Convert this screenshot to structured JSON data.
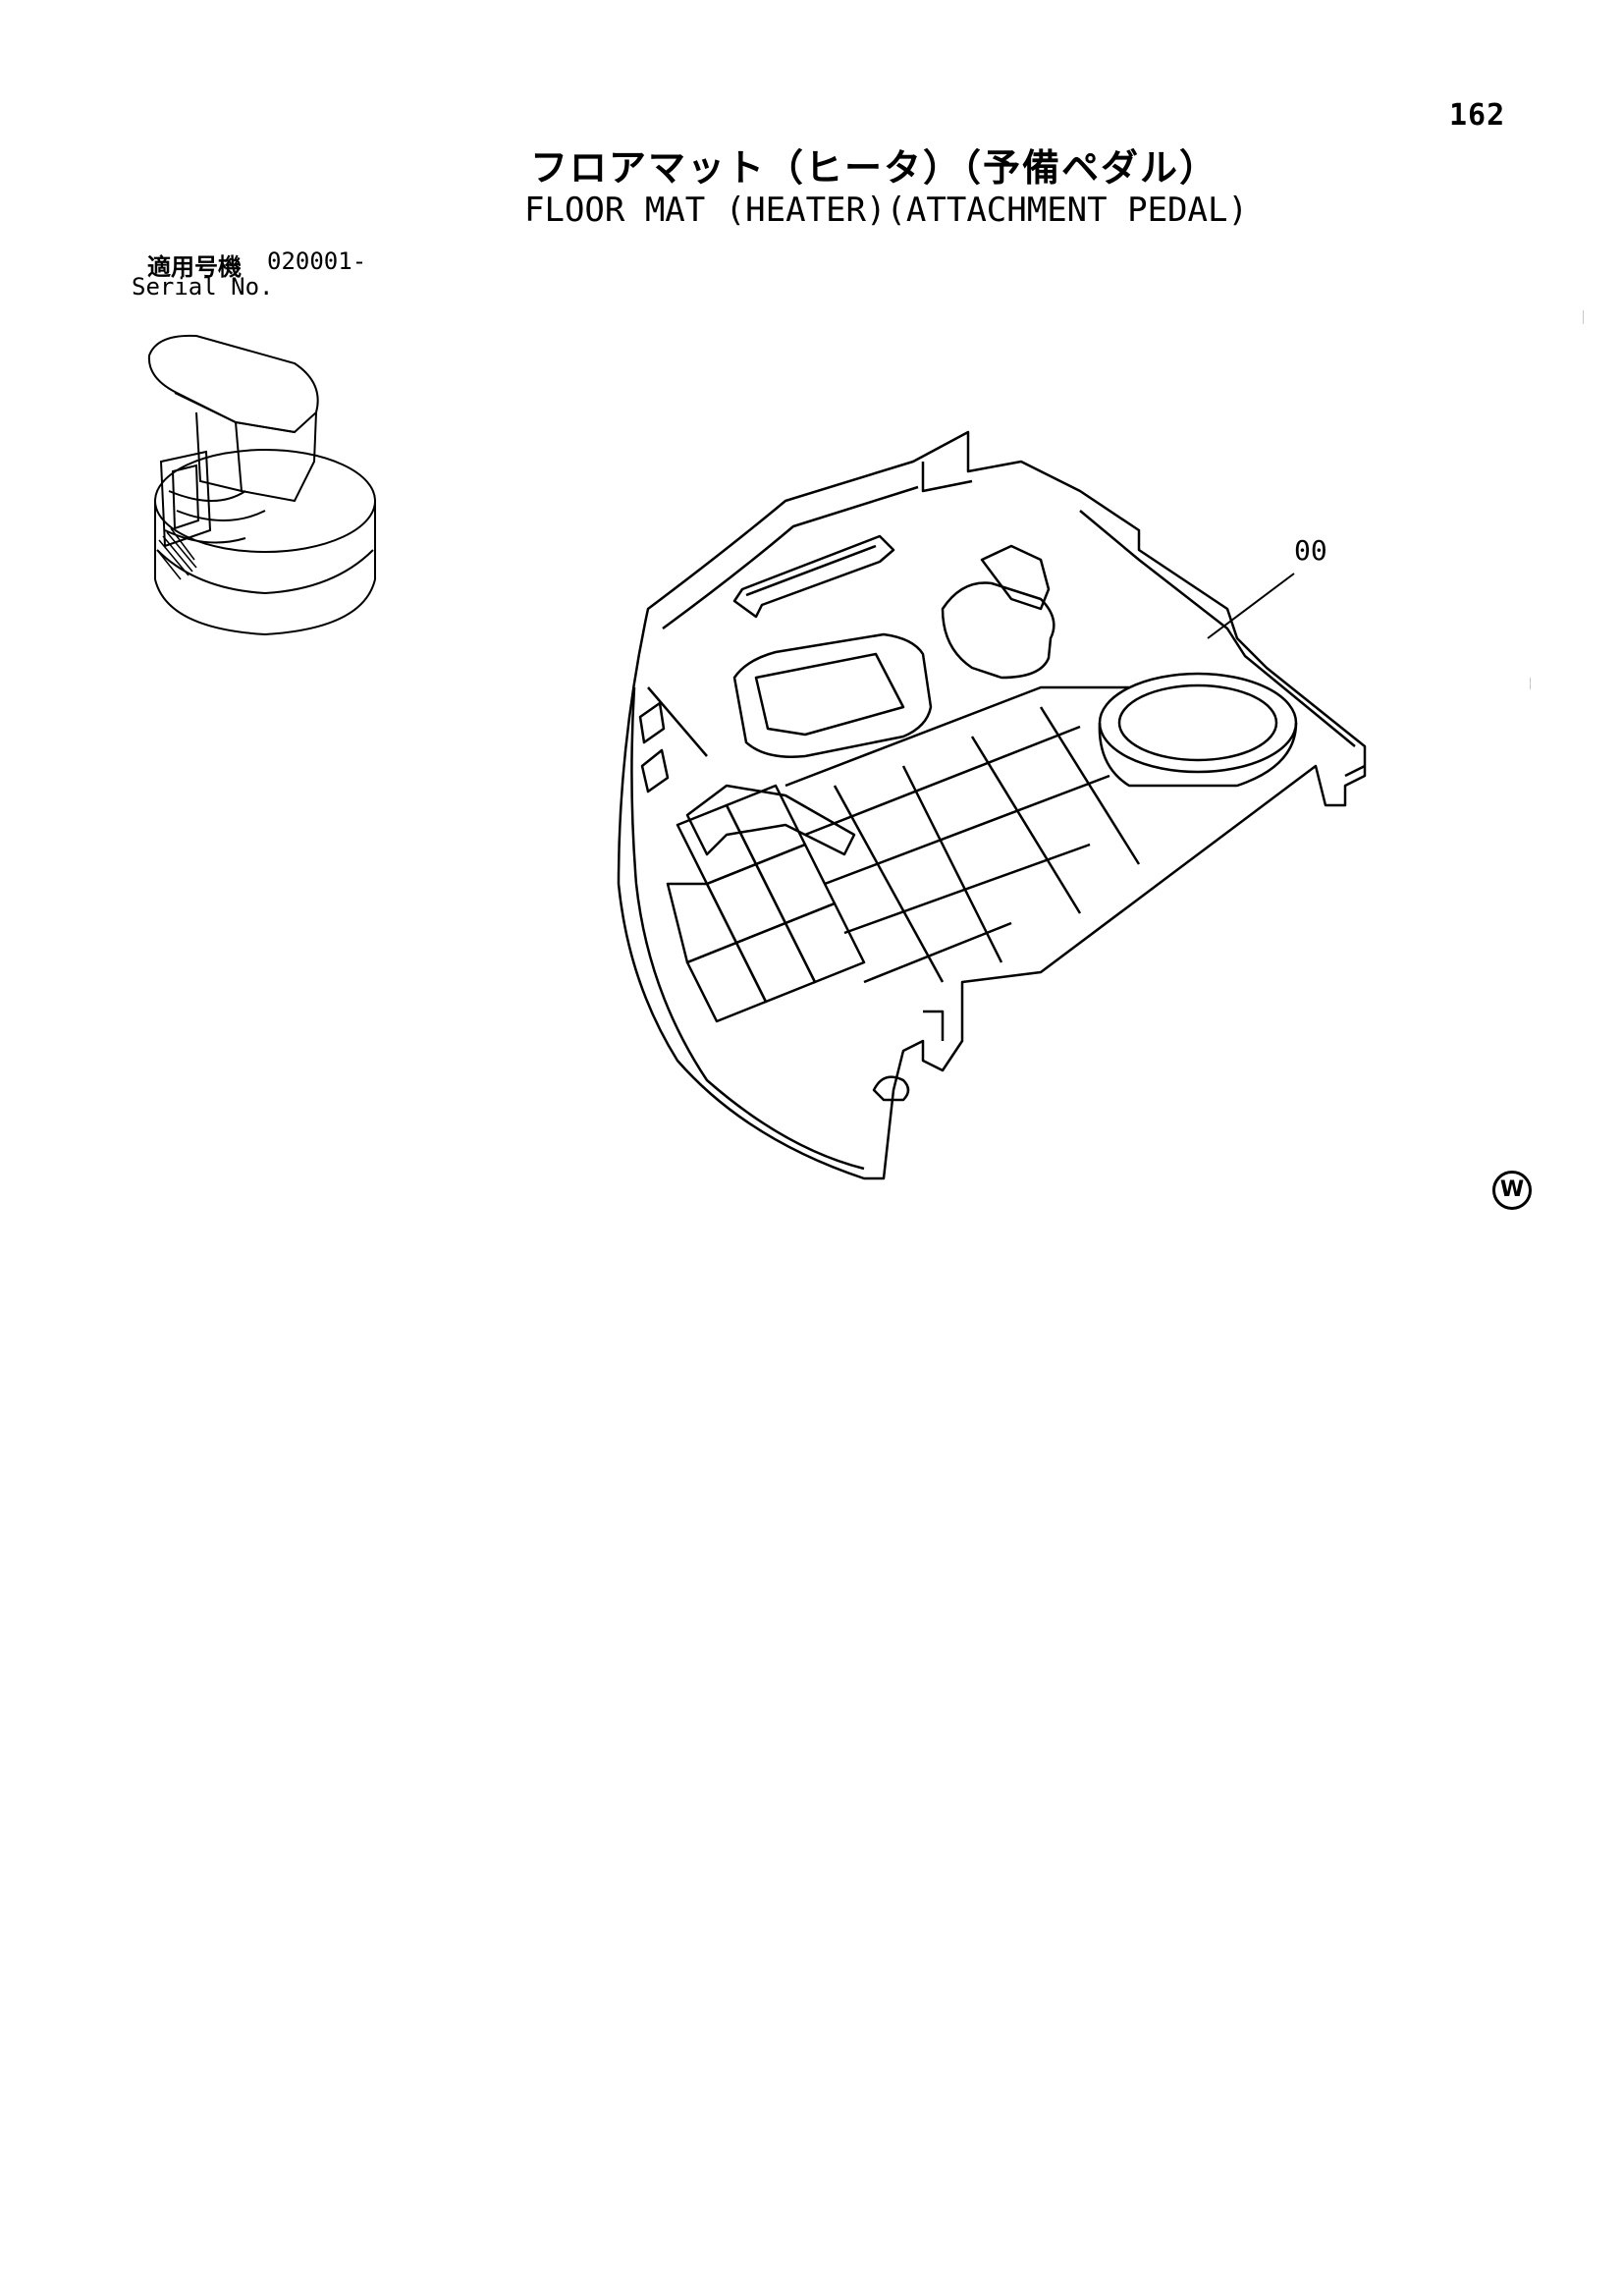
{
  "page_number": "162",
  "title_jp": "フロアマット（ヒータ）（予備ペダル）",
  "title_en": "FLOOR MAT (HEATER)(ATTACHMENT PEDAL)",
  "serial": {
    "label_jp": "適用号機",
    "value": "020001-",
    "label_en": "Serial No."
  },
  "callouts": [
    "00"
  ],
  "mark": "W"
}
